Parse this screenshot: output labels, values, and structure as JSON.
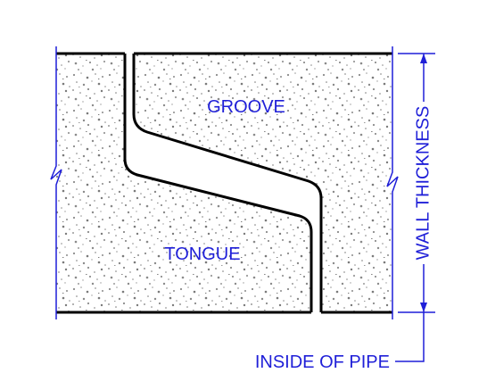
{
  "labels": {
    "groove": "GROOVE",
    "tongue": "TONGUE",
    "wall_thickness": "WALL THICKNESS",
    "inside_of_pipe": "INSIDE OF PIPE"
  },
  "colors": {
    "outline": "#000000",
    "dimension": "#1f1fd8",
    "concrete_speckle": "#8a8a8a"
  }
}
